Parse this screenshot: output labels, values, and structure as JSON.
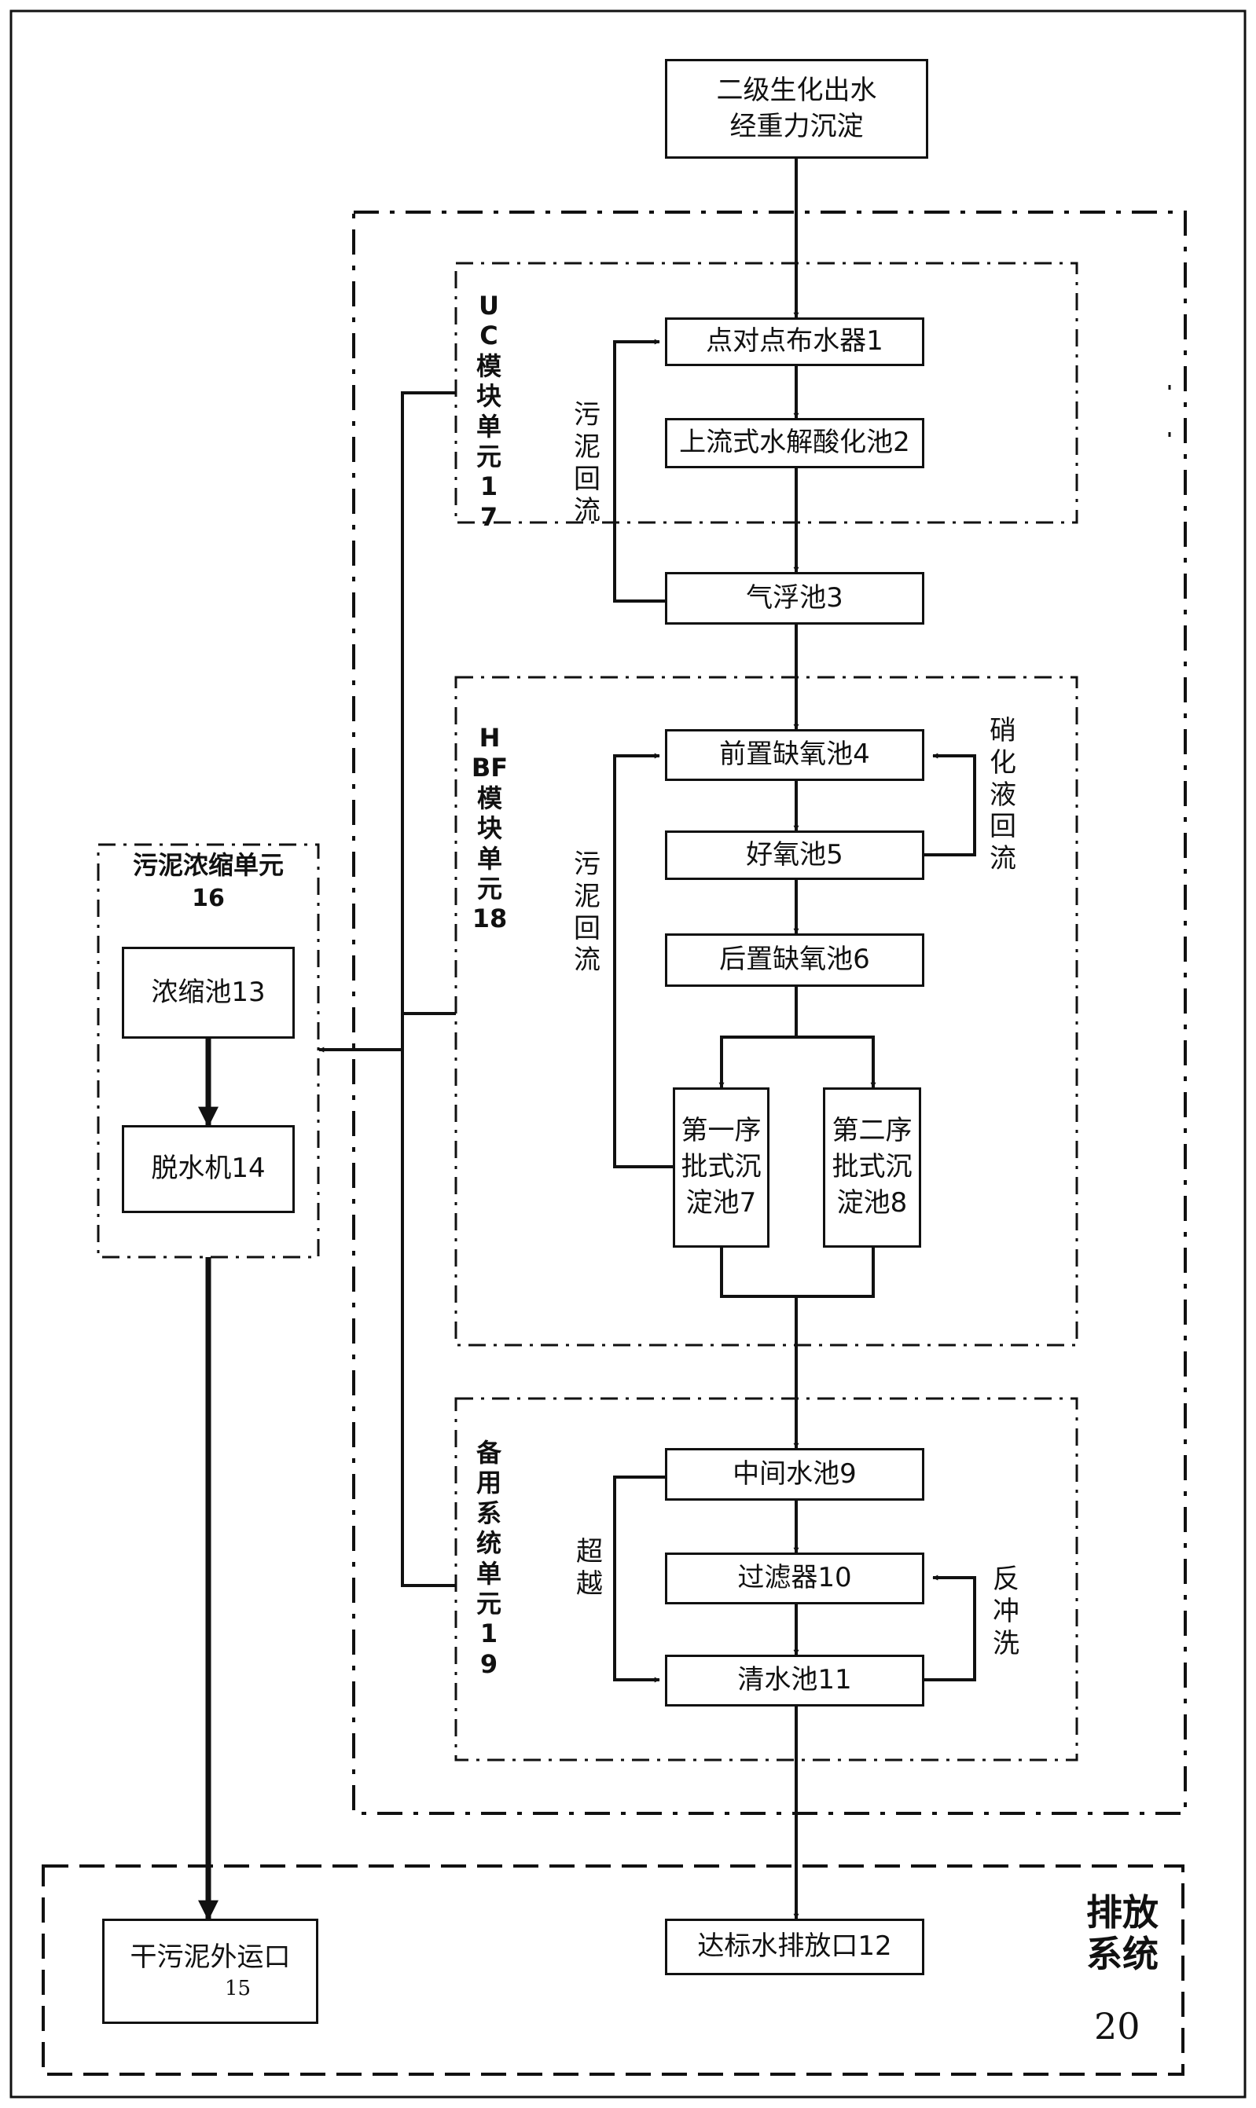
{
  "boxes": {
    "secondary_effluent": "二级生化出水\n经重力沉淀",
    "distributor": "点对点布水器1",
    "hydrolysis": "上流式水解酸化池2",
    "flotation": "气浮池3",
    "pre_anoxic": "前置缺氧池4",
    "aerobic": "好氧池5",
    "post_anoxic": "后置缺氧池6",
    "sbr1": "第一序\n批式沉\n淀池7",
    "sbr2": "第二序\n批式沉\n淀池8",
    "middle_tank": "中间水池9",
    "filter": "过滤器10",
    "clear_tank": "清水池11",
    "discharge_outlet": "达标水排放口12",
    "thickener": "浓缩池13",
    "dewater": "脱水机14",
    "dry_sludge_outlet": "干污泥外运口",
    "dry_sludge_num": "15"
  },
  "units": {
    "uc": "UC模块单元17",
    "hbf": "HBF模块单元18",
    "backup": "备用系统单元19",
    "sludge_unit": "污泥浓缩单元",
    "sludge_unit_num": "16",
    "discharge_system": "排放系统",
    "discharge_system_num": "20"
  },
  "flow_labels": {
    "sludge_return_1": "污泥回流",
    "sludge_return_2": "污泥回流",
    "nitrified_return": "硝化液回流",
    "bypass": "超越",
    "backwash": "反冲洗"
  }
}
